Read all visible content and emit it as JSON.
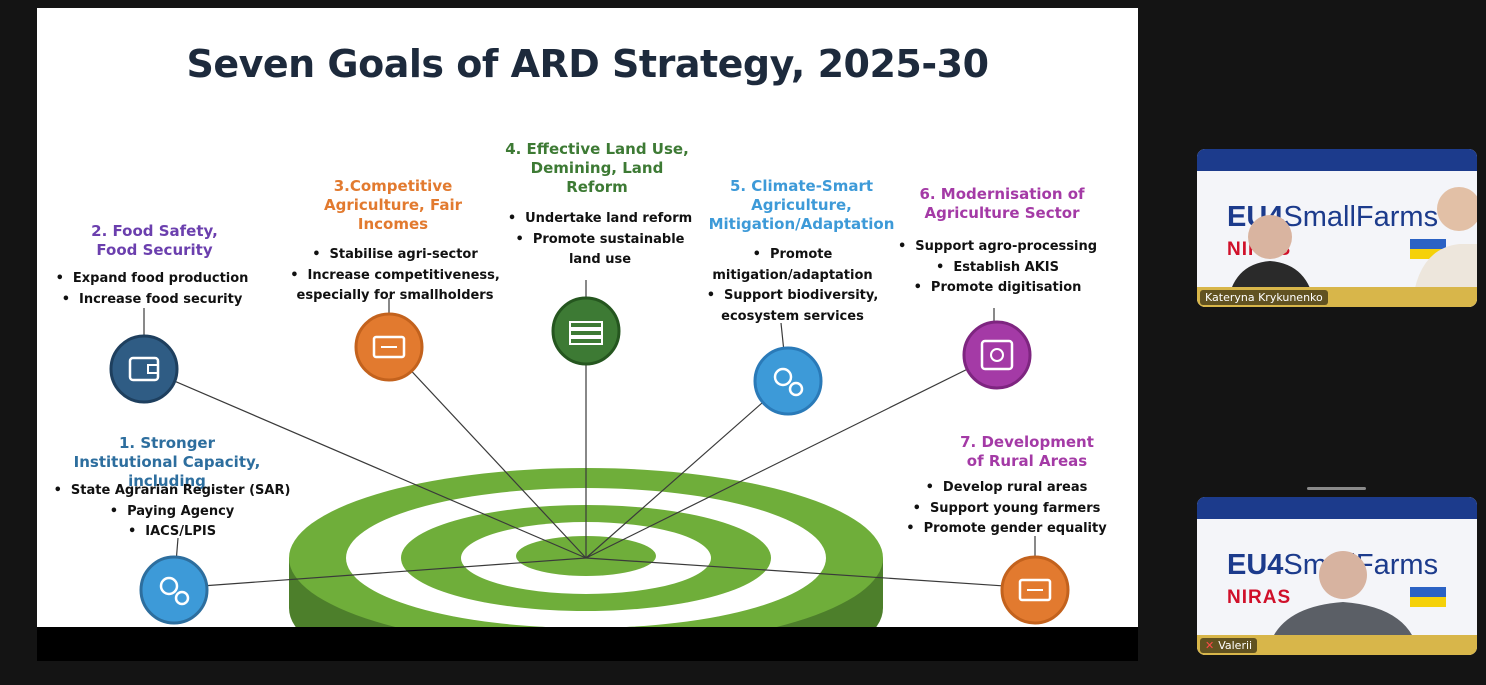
{
  "slide": {
    "title": "Seven Goals of ARD Strategy, 2025-30",
    "goals": [
      {
        "title": "1. Stronger Institutional Capacity, including",
        "color": "#2d6e9e",
        "icon": "gears-icon",
        "items": [
          "State Agrarian Register (SAR)",
          "Paying Agency",
          "IACS/LPIS"
        ]
      },
      {
        "title": "2. Food Safety, Food Security",
        "color": "#6b3fae",
        "icon": "wallet-icon",
        "items": [
          "Expand food production",
          "Increase food security"
        ]
      },
      {
        "title": "3.Competitive Agriculture, Fair Incomes",
        "color": "#e27a2f",
        "icon": "banknote-icon",
        "items": [
          "Stabilise agri-sector",
          "Increase competitiveness, especially for smallholders"
        ]
      },
      {
        "title": "4. Effective Land Use, Demining, Land Reform",
        "color": "#3d7a34",
        "icon": "money-stack-icon",
        "items": [
          "Undertake land reform",
          "Promote sustainable land use"
        ]
      },
      {
        "title": "5. Climate-Smart Agriculture, Mitigation/Adaptation",
        "color": "#3d9ad8",
        "icon": "gears-icon",
        "items": [
          "Promote mitigation/adaptation",
          "Support biodiversity, ecosystem services"
        ]
      },
      {
        "title": "6. Modernisation of Agriculture Sector",
        "color": "#a43aa6",
        "icon": "safe-icon",
        "items": [
          "Support agro-processing",
          "Establish AKIS",
          "Promote digitisation"
        ]
      },
      {
        "title": "7. Development of Rural Areas",
        "color": "#a43aa6",
        "icon": "banknote-icon",
        "items": [
          "Develop rural areas",
          "Support young farmers",
          "Promote gender equality"
        ]
      }
    ],
    "target_colors": {
      "green": "#6fae3a",
      "dark_green": "#4d7f2b",
      "white": "#ffffff"
    }
  },
  "participants": [
    {
      "name": "Kateryna Krykunenko",
      "muted": false
    },
    {
      "name": "Valerii",
      "muted": true
    }
  ],
  "branding": {
    "logo_prefix": "EU4",
    "logo_suffix": "SmallFarms",
    "partner": "NIRAS"
  },
  "colors": {
    "stage_bg": "#141414",
    "logo_blue": "#1c3b8c",
    "niras_red": "#d0102a"
  }
}
